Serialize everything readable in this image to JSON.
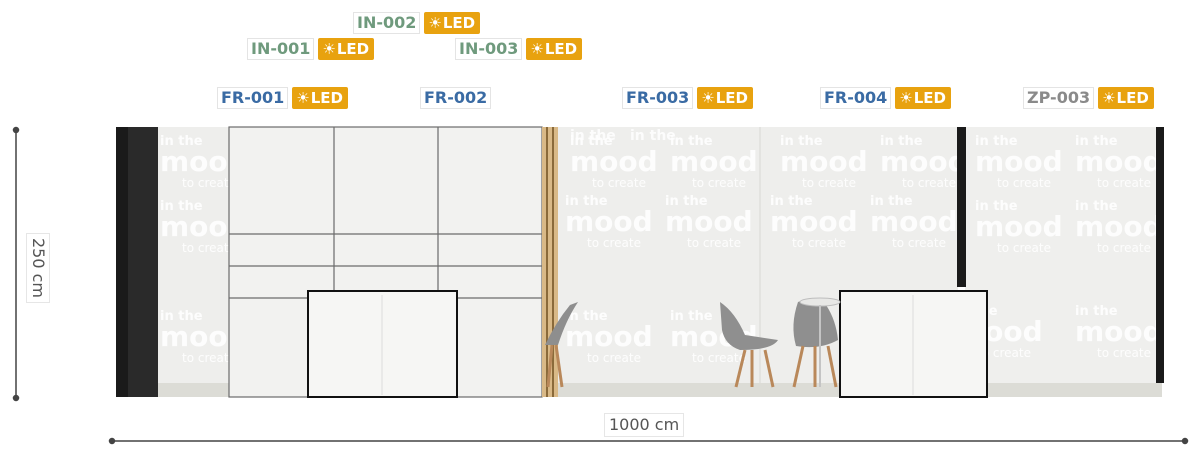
{
  "labels": {
    "in001": {
      "code": "IN-001",
      "led": "LED"
    },
    "in002": {
      "code": "IN-002",
      "led": "LED"
    },
    "in003": {
      "code": "IN-003",
      "led": "LED"
    },
    "fr001": {
      "code": "FR-001",
      "led": "LED"
    },
    "fr002": {
      "code": "FR-002"
    },
    "fr003": {
      "code": "FR-003",
      "led": "LED"
    },
    "fr004": {
      "code": "FR-004",
      "led": "LED"
    },
    "zp003": {
      "code": "ZP-003",
      "led": "LED"
    }
  },
  "dimensions": {
    "height": "250 cm",
    "width": "1000 cm"
  },
  "watermark": {
    "line1": "in the",
    "line2": "mood",
    "line3": "to create"
  },
  "colors": {
    "led": "#e8a20f",
    "inCode": "#6f9a7d",
    "frCode": "#3a6ba4",
    "zpCode": "#8a8a8a"
  },
  "icons": {
    "led": "sun-icon"
  }
}
